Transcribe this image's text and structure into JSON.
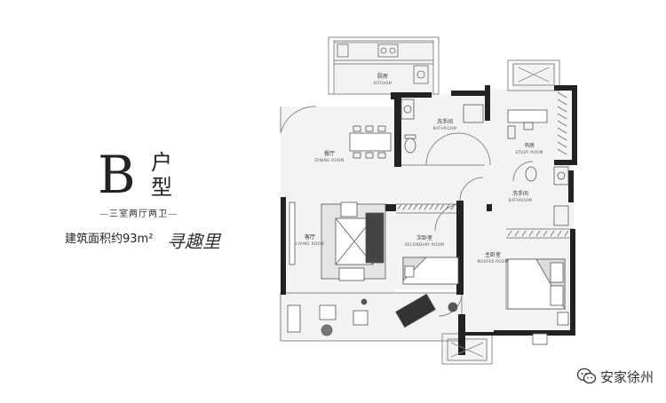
{
  "unit_type": {
    "letter": "B",
    "char1": "户",
    "char2": "型",
    "layout_desc": "三室两厅两卫",
    "area_text": "建筑面积约93m²",
    "brand": "寻趣里"
  },
  "rooms": {
    "kitchen_cn": "厨房",
    "kitchen_en": "KITCHEN",
    "dining_cn": "餐厅",
    "dining_en": "DINING ROOM",
    "bath1_cn": "洗手间",
    "bath1_en": "BATHROOM",
    "study_cn": "书房",
    "study_en": "STUDY ROOM",
    "bath2_cn": "洗手间",
    "bath2_en": "BATHROOM",
    "living_cn": "客厅",
    "living_en": "LIVING ROOM",
    "secondary_cn": "次卧室",
    "secondary_en": "SECONDARY ROOM",
    "master_cn": "主卧室",
    "master_en": "MASTER ROOM"
  },
  "watermark": "安家徐州",
  "colors": {
    "floor": "#f3f3f3",
    "wall": "#222222",
    "line": "#8a8a8a"
  }
}
